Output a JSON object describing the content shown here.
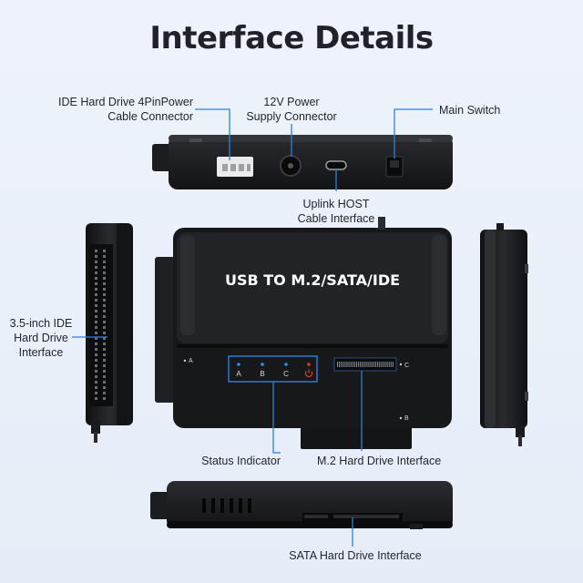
{
  "title": "Interface Details",
  "device_label": "USB TO M.2/SATA/IDE",
  "callouts": {
    "ide_power": [
      "IDE Hard Drive 4PinPower",
      "Cable Connector"
    ],
    "power_12v": [
      "12V Power",
      "Supply Connector"
    ],
    "main_switch": "Main Switch",
    "uplink": [
      "Uplink HOST",
      "Cable Interface"
    ],
    "ide_35": [
      "3.5-inch IDE",
      "Hard Drive",
      "Interface"
    ],
    "status": "Status Indicator",
    "m2": "M.2 Hard Drive Interface",
    "sata": "SATA Hard Drive Interface"
  },
  "leds": [
    "A",
    "B",
    "C"
  ],
  "port_marks": {
    "a": "A",
    "b": "B",
    "c": "C"
  },
  "colors": {
    "background": "#e9eff9",
    "device": "#1a1b1d",
    "callout_line": "#2f7fe0",
    "led_blue": "#2f8ef0",
    "led_red": "#e23a2a"
  }
}
